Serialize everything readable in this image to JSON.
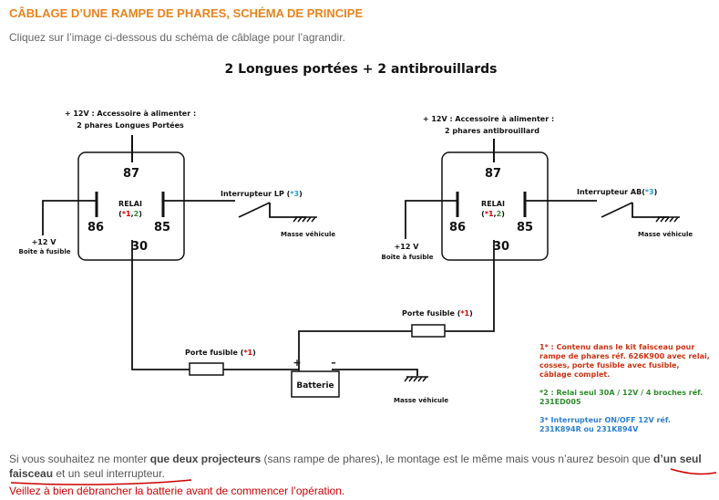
{
  "page": {
    "title": "CÂBLAGE D’UNE RAMPE DE PHARES, SCHÉMA DE PRINCIPE",
    "intro": "Cliquez sur l’image ci-dessous du schéma de câblage pour l’agrandir."
  },
  "diagram": {
    "heading": "2 Longues portées + 2 antibrouillards",
    "left": {
      "supply_line1": "+ 12V : Accessoire à alimenter :",
      "supply_line2": "2 phares Longues Portées",
      "pin87": "87",
      "pin86": "86",
      "pin85": "85",
      "pin30": "30",
      "relay_label": "RELAI",
      "relay_ref_open": "(",
      "relay_ref_1": "*1",
      "relay_ref_comma": ",",
      "relay_ref_2": "2",
      "relay_ref_close": ")",
      "battery_plus_line1": "+12 V",
      "battery_plus_line2": "Boîte à fusible",
      "switch_label": "Interrupteur LP (",
      "switch_ref": "*3",
      "switch_close": ")",
      "ground_label": "Masse véhicule"
    },
    "right": {
      "supply_line1": "+ 12V : Accessoire à alimenter :",
      "supply_line2": "2 phares antibrouillard",
      "pin87": "87",
      "pin86": "86",
      "pin85": "85",
      "pin30": "30",
      "relay_label": "RELAI",
      "relay_ref_open": "(",
      "relay_ref_1": "*1",
      "relay_ref_comma": ",",
      "relay_ref_2": "2",
      "relay_ref_close": ")",
      "battery_plus_line1": "+12 V",
      "battery_plus_line2": "Boîte à fusible",
      "switch_label": "Interrupteur AB(",
      "switch_ref": "*3",
      "switch_close": ")",
      "ground_label": "Masse véhicule"
    },
    "fuse_left_label": "Porte fusible  (",
    "fuse_left_ref": "*1",
    "fuse_right_label": "Porte fusible  (",
    "fuse_right_ref": "*1",
    "paren_close": ")",
    "battery_label": "Batterie",
    "battery_plus": "+",
    "battery_minus": "–",
    "battery_ground": "Masse véhicule"
  },
  "notes": {
    "n1_ref": "1*",
    "n1_text": " : Contenu dans le kit faisceau pour rampe de phares réf. 626K900 avec relai, cosses, porte fusible avec fusible, câblage complet.",
    "n2_ref": "*2",
    "n2_text": " : Relai seul 30A / 12V / 4 broches réf. 231ED005",
    "n3_ref": "3*",
    "n3_text": " Interrupteur ON/OFF 12V réf. 231K894R ou 231K894V"
  },
  "footer": {
    "p1": "Si vous souhaitez ne monter ",
    "b1": "que deux projecteurs",
    "p2": " (sans rampe de phares), le montage est le même mais vous n’aurez besoin que ",
    "b2": "d’un seul faisceau",
    "p3": " et un seul interrupteur.",
    "warning": "Veillez à bien débrancher la batterie avant de commencer l’opération."
  },
  "colors": {
    "title": "#e8831d",
    "ref_red": "#dd0000",
    "ref_green": "#2e8b2e",
    "ref_blue": "#2a9ad8",
    "warning": "#cc0000",
    "underline": "#cc0000"
  }
}
